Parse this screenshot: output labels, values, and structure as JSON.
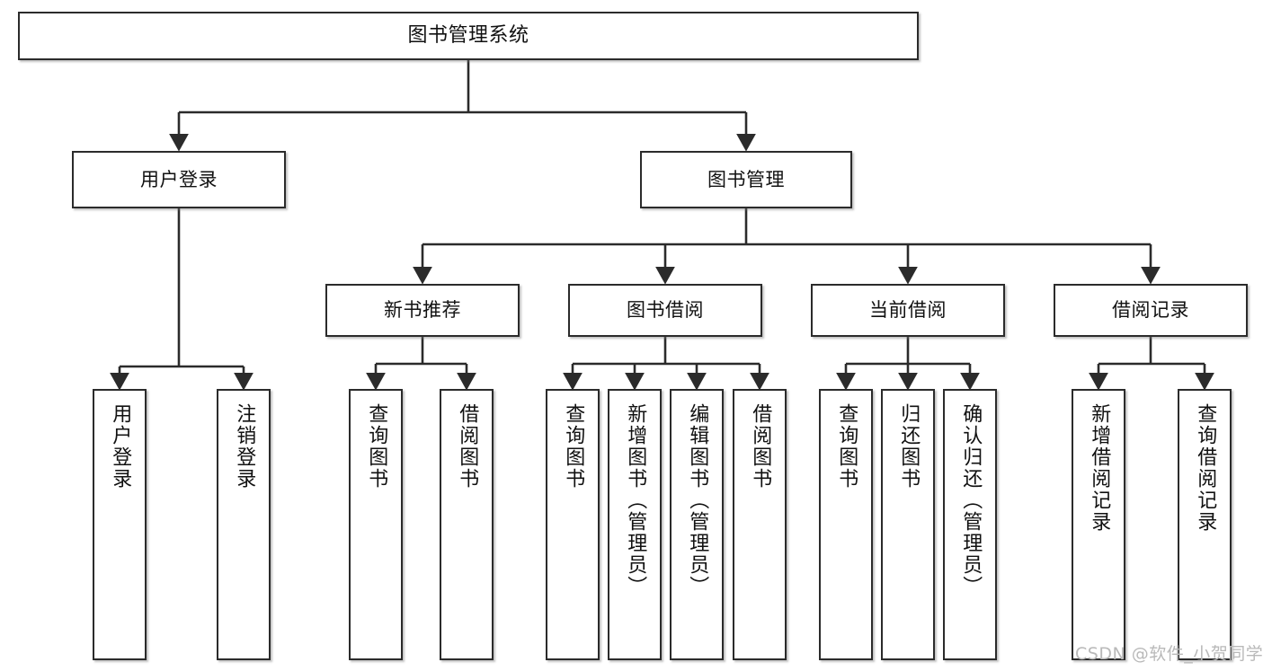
{
  "diagram": {
    "type": "tree",
    "title": "图书管理系统",
    "orientation": "top-down",
    "levels": 4,
    "colors": {
      "box_border": "#2b2b2b",
      "box_fill": "#ffffff",
      "edge": "#2b2b2b",
      "text": "#111111",
      "watermark": "#b9b9b9",
      "background": "#ffffff"
    }
  },
  "root": {
    "label": "图书管理系统"
  },
  "level2": [
    {
      "label": "用户登录"
    },
    {
      "label": "图书管理"
    }
  ],
  "level3": [
    {
      "label": "新书推荐"
    },
    {
      "label": "图书借阅"
    },
    {
      "label": "当前借阅"
    },
    {
      "label": "借阅记录"
    }
  ],
  "leaves": {
    "user_login": [
      {
        "label": "用户登录"
      },
      {
        "label": "注销登录"
      }
    ],
    "new_book_recommend": [
      {
        "label": "查询图书"
      },
      {
        "label": "借阅图书"
      }
    ],
    "book_borrow": [
      {
        "label": "查询图书"
      },
      {
        "label": "新增图书（管理员）"
      },
      {
        "label": "编辑图书（管理员）"
      },
      {
        "label": "借阅图书"
      }
    ],
    "current_borrow": [
      {
        "label": "查询图书"
      },
      {
        "label": "归还图书"
      },
      {
        "label": "确认归还（管理员）"
      }
    ],
    "borrow_record": [
      {
        "label": "新增借阅记录"
      },
      {
        "label": "查询借阅记录"
      }
    ]
  },
  "watermark": {
    "text": "CSDN @软件_小贺同学"
  }
}
